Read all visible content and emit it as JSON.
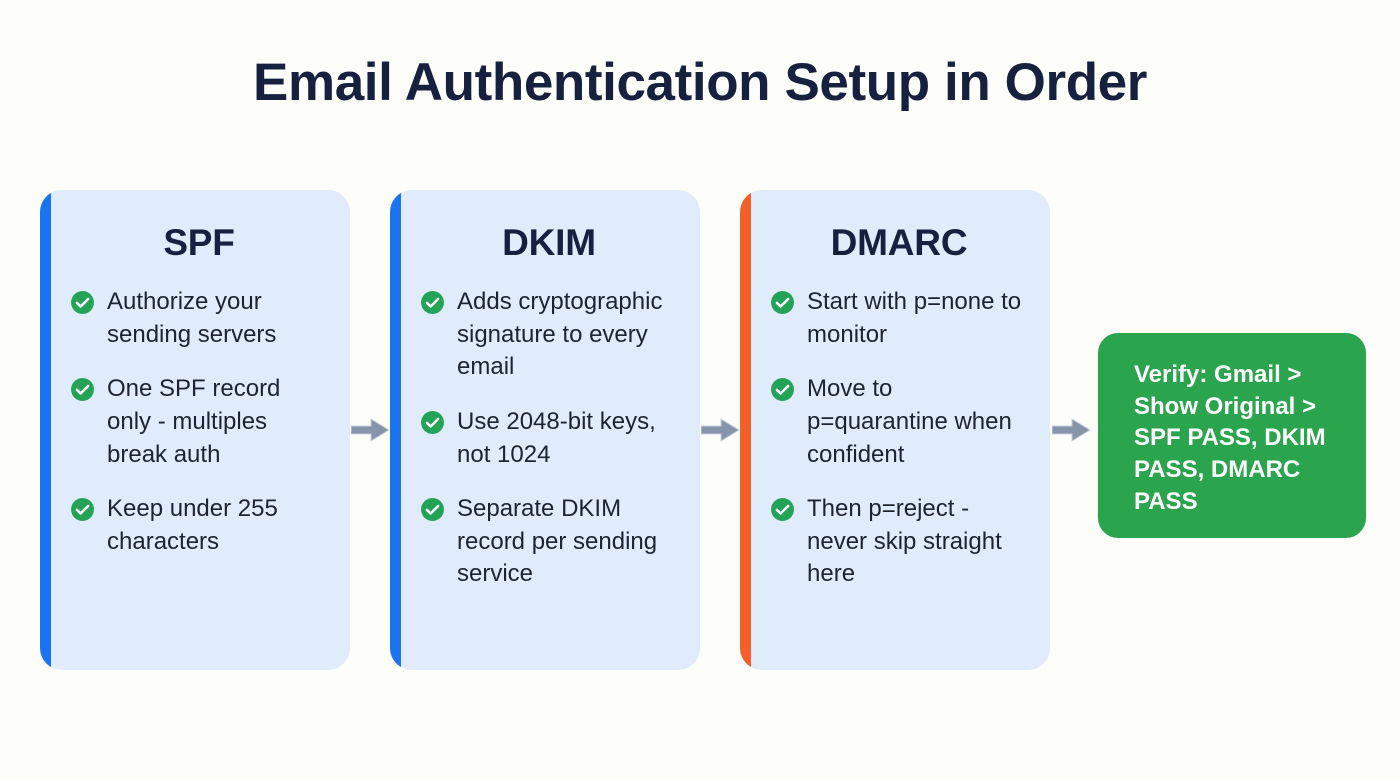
{
  "title": "Email Authentication Setup in Order",
  "colors": {
    "background": "#fdfdfa",
    "card_background": "#e0ebfc",
    "accent_blue": "#1b74ef",
    "accent_orange": "#f4602c",
    "check_green": "#22a355",
    "result_green": "#2aa44d",
    "heading_navy": "#16213f",
    "body_text": "#1d2430",
    "arrow_grey": "#8795ac"
  },
  "cards": [
    {
      "title": "SPF",
      "accent": "blue",
      "bullets": [
        "Authorize your sending servers",
        "One SPF record only - multiples break auth",
        "Keep under 255 characters"
      ]
    },
    {
      "title": "DKIM",
      "accent": "blue",
      "bullets": [
        "Adds cryptographic signature to every email",
        "Use 2048-bit keys, not 1024",
        "Separate DKIM record per sending service"
      ]
    },
    {
      "title": "DMARC",
      "accent": "orange",
      "bullets": [
        "Start with p=none to monitor",
        "Move to p=quarantine when confident",
        "Then p=reject - never skip straight here"
      ]
    }
  ],
  "arrows": [
    {
      "name": "arrow-spf-to-dkim"
    },
    {
      "name": "arrow-dkim-to-dmarc"
    },
    {
      "name": "arrow-dmarc-to-verify"
    }
  ],
  "result": {
    "text": "Verify: Gmail > Show Original > SPF PASS, DKIM PASS, DMARC PASS"
  },
  "icons": {
    "check": "check-circle-icon",
    "arrow": "arrow-right-icon"
  }
}
